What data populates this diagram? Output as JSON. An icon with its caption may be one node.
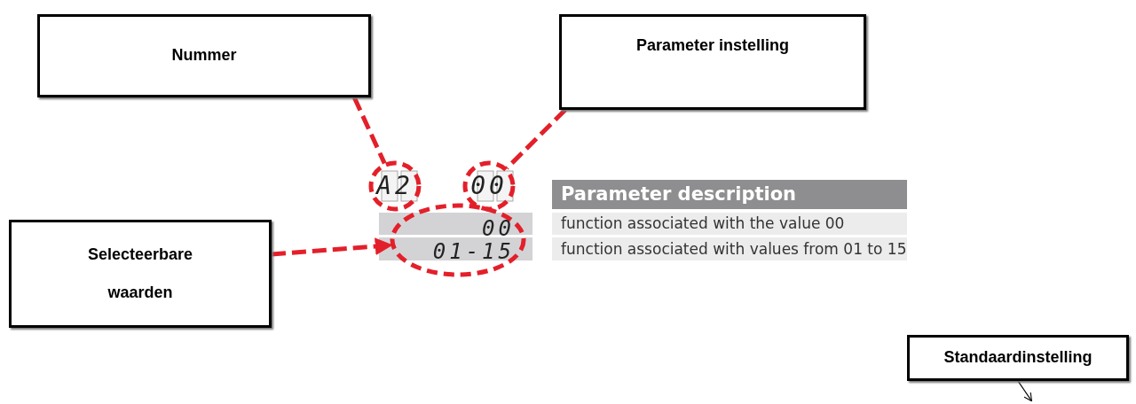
{
  "diagram": {
    "nodes": [
      {
        "text": [
          "Nummer"
        ]
      },
      {
        "text": [
          "Parameter instelling"
        ]
      },
      {
        "text": [
          "Selecteerbare waarden"
        ]
      },
      {
        "text": [
          "Standaardinstelling"
        ]
      },
      {
        "text": [
          "A2"
        ]
      },
      {
        "text": [
          "00"
        ]
      },
      {
        "text": [
          "00",
          "01-15"
        ]
      }
    ],
    "edges": [
      {
        "from": 0,
        "to": 4,
        "arrow": "none",
        "style": "dashed"
      },
      {
        "from": 1,
        "to": 5,
        "arrow": "none",
        "style": "dashed"
      },
      {
        "from": 2,
        "to": 6,
        "arrow": "to",
        "style": "dashed"
      },
      {
        "from": 3,
        "to": null,
        "arrow": "to",
        "color": "#000000"
      }
    ],
    "labels": [
      "Parameter description",
      "function associated with the value 00",
      "function associated with values from 01 to 15"
    ]
  }
}
